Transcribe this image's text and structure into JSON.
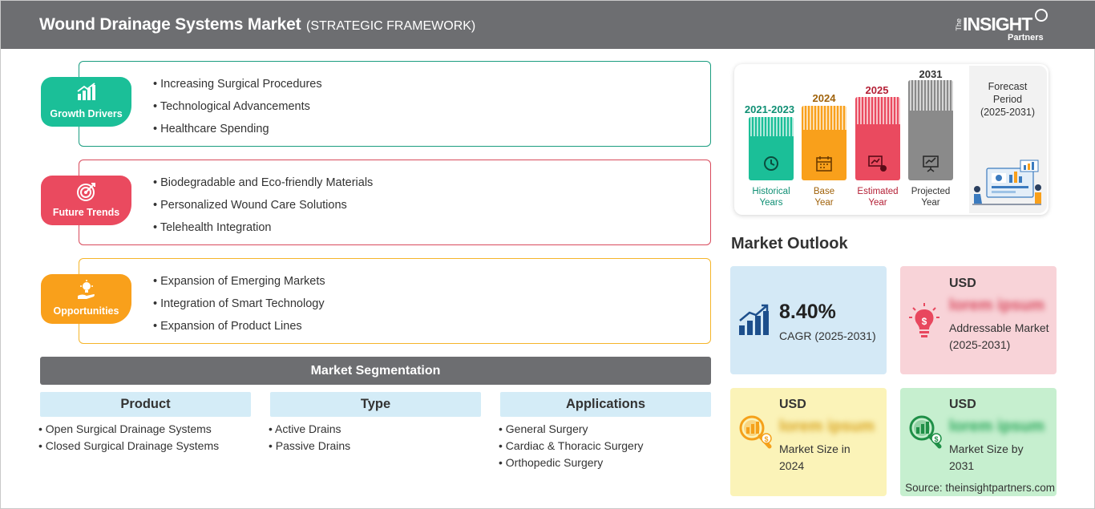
{
  "header": {
    "title": "Wound Drainage Systems Market",
    "subtitle": "(STRATEGIC FRAMEWORK)",
    "logo": {
      "prefix": "The",
      "main": "INSIGHT",
      "sub": "Partners"
    }
  },
  "framework": [
    {
      "label": "Growth Drivers",
      "icon": "growth-chart-icon",
      "color": "#1bbf98",
      "items": [
        "Increasing Surgical Procedures",
        "Technological Advancements",
        "Healthcare Spending"
      ]
    },
    {
      "label": "Future Trends",
      "icon": "target-icon",
      "color": "#ea4a5f",
      "items": [
        "Biodegradable and Eco-friendly Materials",
        "Personalized Wound Care Solutions",
        "Telehealth Integration"
      ]
    },
    {
      "label": "Opportunities",
      "icon": "hand-bulb-icon",
      "color": "#f9a01b",
      "items": [
        "Expansion of Emerging Markets",
        "Integration of Smart Technology",
        "Expansion of Product Lines"
      ]
    }
  ],
  "segmentation": {
    "title": "Market Segmentation",
    "columns": [
      {
        "header": "Product",
        "items": [
          "Open Surgical Drainage Systems",
          "Closed Surgical Drainage Systems"
        ]
      },
      {
        "header": "Type",
        "items": [
          "Active Drains",
          "Passive Drains"
        ]
      },
      {
        "header": "Applications",
        "items": [
          "General Surgery",
          "Cardiac & Thoracic Surgery",
          "Orthopedic Surgery"
        ]
      }
    ]
  },
  "timeline": {
    "periods": [
      {
        "year": "2021-2023",
        "label_line1": "Historical",
        "label_line2": "Years",
        "color": "#1bbf98",
        "year_color": "#0f8f74",
        "icon": "history-icon"
      },
      {
        "year": "2024",
        "label_line1": "Base",
        "label_line2": "Year",
        "color": "#f9a01b",
        "year_color": "#a0620a",
        "icon": "calendar-icon"
      },
      {
        "year": "2025",
        "label_line1": "Estimated",
        "label_line2": "Year",
        "color": "#ea4a5f",
        "year_color": "#b42036",
        "icon": "estimate-icon"
      },
      {
        "year": "2031",
        "label_line1": "Projected",
        "label_line2": "Year",
        "color": "#8a8a8a",
        "year_color": "#333333",
        "icon": "presentation-icon"
      }
    ],
    "forecast": {
      "line1": "Forecast",
      "line2": "Period",
      "line3": "(2025-2031)"
    }
  },
  "outlook": {
    "title": "Market Outlook",
    "cagr": {
      "value": "8.40%",
      "label": "CAGR (2025-2031)",
      "color": "#d4e9f6",
      "icon": "growth-bars-icon"
    },
    "addressable": {
      "usd": "USD",
      "value": "lorem ipsum",
      "label": "Addressable Market (2025-2031)",
      "color": "#f8d3d8",
      "icon": "bulb-dollar-icon"
    },
    "size_2024": {
      "usd": "USD",
      "value": "lorem ipsum",
      "label": "Market Size in 2024",
      "color": "#fbf3b8",
      "icon": "magnifier-chart-icon"
    },
    "size_2031": {
      "usd": "USD",
      "value": "lorem ipsum",
      "label": "Market Size by 2031",
      "color": "#c6efcf",
      "icon": "magnifier-chart-icon"
    }
  },
  "source": "Source: theinsightpartners.com"
}
